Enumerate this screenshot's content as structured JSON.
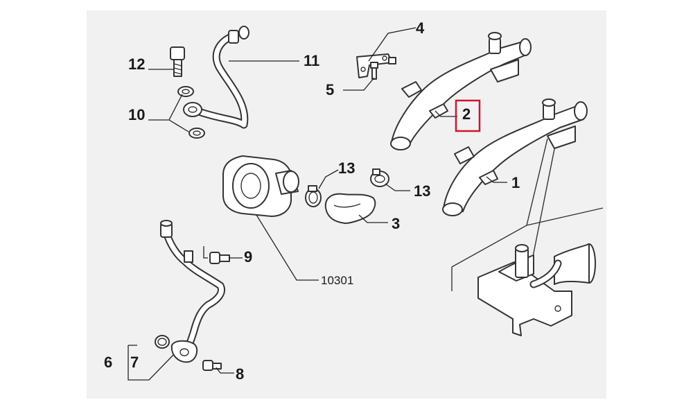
{
  "callouts": {
    "c1": "1",
    "c2": "2",
    "c3": "3",
    "c4": "4",
    "c5": "5",
    "c6": "6",
    "c7": "7",
    "c8": "8",
    "c9": "9",
    "c10": "10",
    "c11": "11",
    "c12": "12",
    "c13a": "13",
    "c13b": "13",
    "c10301": "10301"
  },
  "highlighted_callout": "2",
  "colors": {
    "highlight": "#d0142c",
    "line": "#333333",
    "panel": "#f1f1f1"
  }
}
